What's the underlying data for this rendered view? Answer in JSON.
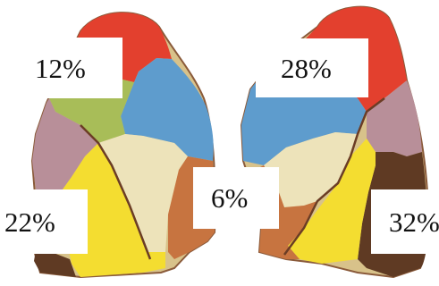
{
  "labels": {
    "upper_left": "12%",
    "upper_right": "28%",
    "lower_left": "22%",
    "center": "6%",
    "lower_right": "32%"
  },
  "colors": {
    "red": "#e3402e",
    "blue": "#5e9ccd",
    "green": "#a8bd58",
    "mauve": "#b88f99",
    "yellow": "#f4dd30",
    "cream": "#ede3ba",
    "orange_brown": "#c77440",
    "dark_brown": "#5f3a23"
  }
}
